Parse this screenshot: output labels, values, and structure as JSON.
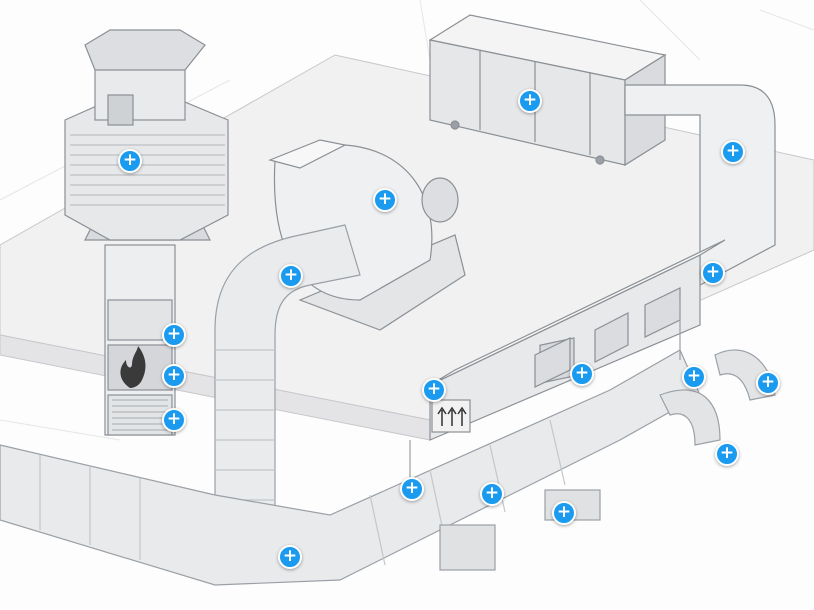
{
  "scene": {
    "description_visible": "",
    "accent_color": "#1a9bf0",
    "line_color": "#9aa0a6",
    "icons": [
      "fire-icon",
      "heat-arrows-icon",
      "plus-icon"
    ]
  },
  "hotspots": [
    {
      "id": "roof-fan",
      "symbol": "+"
    },
    {
      "id": "filter-unit",
      "symbol": "+"
    },
    {
      "id": "duct-bend-top",
      "symbol": "+"
    },
    {
      "id": "centrifugal-fan",
      "symbol": "+"
    },
    {
      "id": "flex-duct",
      "symbol": "+"
    },
    {
      "id": "rect-duct-grille",
      "symbol": "+"
    },
    {
      "id": "shaft-damper",
      "symbol": "+"
    },
    {
      "id": "shaft-fire-damper",
      "symbol": "+"
    },
    {
      "id": "shaft-louver",
      "symbol": "+"
    },
    {
      "id": "heater-section",
      "symbol": "+"
    },
    {
      "id": "duct-grille-mid",
      "symbol": "+"
    },
    {
      "id": "branch-tee",
      "symbol": "+"
    },
    {
      "id": "branch-elbow-right",
      "symbol": "+"
    },
    {
      "id": "branch-elbow-down",
      "symbol": "+"
    },
    {
      "id": "round-duct-hanger",
      "symbol": "+"
    },
    {
      "id": "round-duct-main",
      "symbol": "+"
    },
    {
      "id": "duct-support",
      "symbol": "+"
    },
    {
      "id": "round-duct-elbow",
      "symbol": "+"
    }
  ]
}
